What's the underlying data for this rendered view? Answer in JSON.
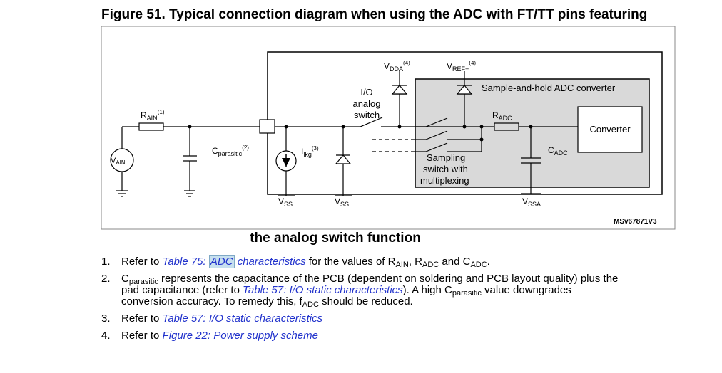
{
  "figure": {
    "title": "Figure 51. Typical connection diagram when using the ADC with FT/TT pins featuring",
    "title_cont": "the analog switch function",
    "ref_code": "MSv67871V3"
  },
  "labels": {
    "vdda": "V",
    "vdda_sub": "DDA",
    "vdda_sup": "(4)",
    "vref": "V",
    "vref_sub": "REF+",
    "vref_sup": "(4)",
    "io_switch": [
      "I/O",
      "analog",
      "switch"
    ],
    "sh_converter": "Sample-and-hold ADC converter",
    "converter": "Converter",
    "rain": "R",
    "rain_sub": "AIN",
    "rain_sup": "(1)",
    "radc": "R",
    "radc_sub": "ADC",
    "cparasitic": "C",
    "cparasitic_sub": "parasitic",
    "cparasitic_sup": "(2)",
    "ilkg": "I",
    "ilkg_sub": "lkg",
    "ilkg_sup": "(3)",
    "cadc": "C",
    "cadc_sub": "ADC",
    "vain": "V",
    "vain_sub": "AIN",
    "sampling": [
      "Sampling",
      "switch with",
      "multiplexing"
    ],
    "vss": "V",
    "vss_sub": "SS",
    "vssa": "V",
    "vssa_sub": "SSA"
  },
  "notes": [
    {
      "num": "1.",
      "pre": "Refer to ",
      "link_a": "Table 75: ",
      "link_hl": "ADC",
      "link_b": " characteristics",
      "post": " for the values of R",
      "s1": "AIN",
      "m1": ", R",
      "s2": "ADC",
      "m2": " and C",
      "s3": "ADC",
      "m3": "."
    },
    {
      "num": "2.",
      "l1a": "C",
      "l1s": "parasitic",
      "l1b": " represents the capacitance of the PCB (dependent on soldering and PCB layout quality) plus the",
      "l2a": "pad capacitance (refer to ",
      "l2link": "Table 57: I/O static characteristics",
      "l2b": "). A high C",
      "l2s": "parasitic",
      "l2c": " value downgrades",
      "l3a": "conversion accuracy. To remedy this, f",
      "l3s": "ADC",
      "l3b": " should be reduced."
    },
    {
      "num": "3.",
      "pre": "Refer to ",
      "link": "Table 57: I/O static characteristics"
    },
    {
      "num": "4.",
      "pre": "Refer to ",
      "link": "Figure 22: Power supply scheme"
    }
  ],
  "colors": {
    "sh_box_fill": "#d9d9d9",
    "link": "#2233cc",
    "highlight": "#c7e0ef"
  }
}
